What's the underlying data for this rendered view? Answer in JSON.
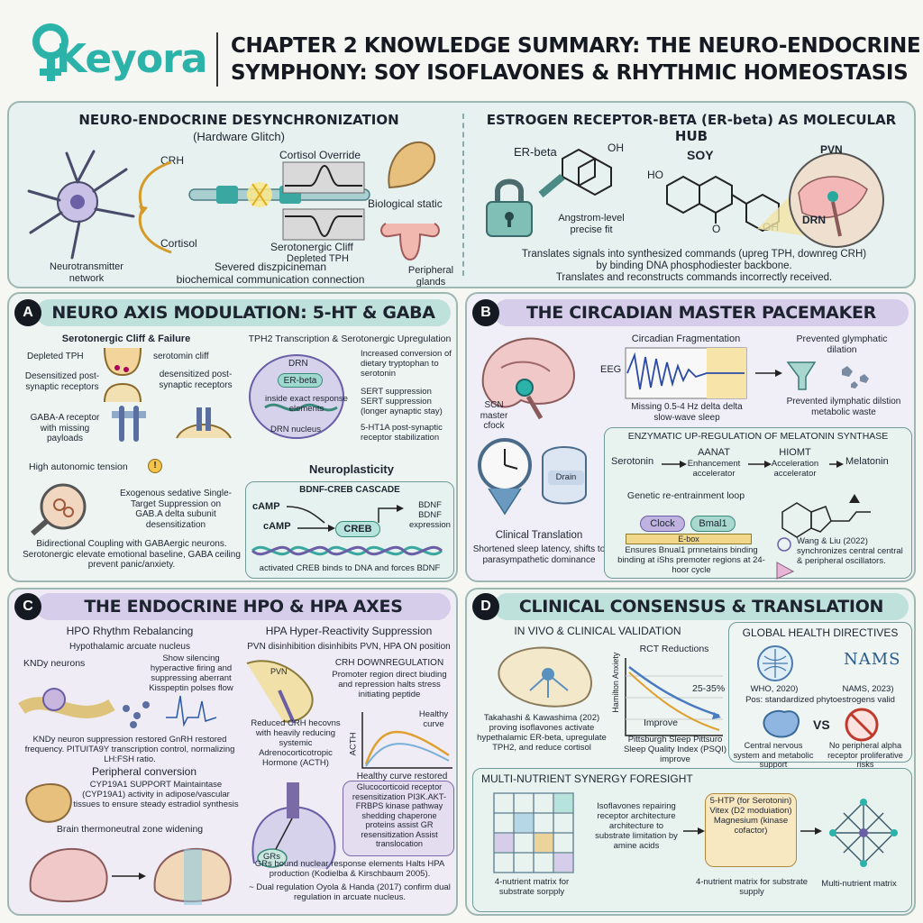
{
  "header": {
    "logo_text": "Keyora",
    "title_line1": "CHAPTER 2 KNOWLEDGE SUMMARY: THE NEURO-ENDOCRINE",
    "title_line2": "SYMPHONY: SOY ISOFLAVONES & RHYTHMIC HOMEOSTASIS"
  },
  "top_left": {
    "title": "NEURO-ENDOCRINE DESYNCHRONIZATION",
    "subtitle": "(Hardware Glitch)",
    "crh": "CRH",
    "cortisol": "Cortisol",
    "cortisol_override": "Cortisol Override",
    "biological_static": "Biological static",
    "serotonergic_cliff": "Serotonergic Cliff",
    "depleted_tph": "Depleted TPH",
    "neurotransmitter_network": "Neurotransmitter network",
    "severed_line1": "Severed diszpicineman",
    "severed_line2": "biochemical communication connection",
    "peripheral_glands": "Peripheral glands"
  },
  "top_right": {
    "title": "ESTROGEN RECEPTOR-BETA (ER-beta) AS MOLECULAR HUB",
    "er_beta": "ER-beta",
    "oh_top": "OH",
    "soy": "SOY",
    "ho": "HO",
    "oh_right": "OH",
    "o_label": "O",
    "angstrom": "Angstrom-level precise fit",
    "pvn": "PVN",
    "drn": "DRN",
    "desc1": "Translates signals into synthesized commands (upreg TPH, downreg CRH)",
    "desc2": "by binding DNA phosphodiester backbone.",
    "desc3": "Translates and reconstructs commands incorrectly received."
  },
  "panel_a": {
    "badge": "A",
    "title": "NEURO AXIS MODULATION: 5-HT & GABA",
    "cliff_failure": "Serotonergic Cliff & Failure",
    "depleted_tph": "Depleted TPH",
    "serotomin_cliff": "serotomin cliff",
    "desensitized_left": "Desensitized post-synaptic receptors",
    "desensitized_right": "desensitized post-synaptic receptors",
    "gaba_a": "GABA-A receptor with missing payloads",
    "high_tension": "High autonomic tension",
    "exo_line": "Exogenous sedative Single-Target Suppression on GAB.A delta subunit desensitization",
    "bidirectional": "Bidirectional Coupling with GABAergic neurons. Serotonergic elevate emotional baseline, GABA ceiling prevent panic/anxiety.",
    "tph2_title": "TPH2 Transcription & Serotonergic Upregulation",
    "drn": "DRN",
    "er_beta": "ER-beta",
    "inside": "inside exact response elements",
    "drn_nucleus": "DRN nucleus",
    "increased": "Increased conversion of dietary tryptophan to serotonin",
    "sert": "SERT suppression SERT suppression (longer aynaptic stay)",
    "receptor_stab": "5-HT1A post-synaptic receptor stabilization",
    "neuroplasticity": "Neuroplasticity",
    "cascade_title": "BDNF-CREB CASCADE",
    "camp1": "cAMP",
    "camp2": "cAMP",
    "creb": "CREB",
    "bdnf": "BDNF BDNF expression",
    "activated": "activated CREB binds to DNA and forces BDNF"
  },
  "panel_b": {
    "badge": "B",
    "title": "THE CIRCADIAN MASTER PACEMAKER",
    "scn": "SCN master cfock",
    "fragmentation": "Circadian Fragmentation",
    "eeg": "EEG",
    "missing": "Missing 0.5-4 Hz delta delta slow-wave sleep",
    "prevented_top": "Prevented glymphatic dilation",
    "prevented_bottom": "Prevented ilymphatic dilstion metabolic waste",
    "drain": "Drain",
    "clinical_translation": "Clinical Translation",
    "shortened": "Shortened sleep latency, shifts to parasympathetic dominance",
    "enzymatic_title": "ENZYMATIC UP-REGULATION OF MELATONIN SYNTHASE",
    "serotonin": "Serotonin",
    "aanat": "AANAT",
    "aanat_sub": "Enhancement accelerator",
    "hiomt": "HIOMT",
    "hiomt_sub": "Acceleration accelerator",
    "melatonin": "Melatonin",
    "genetic": "Genetic re-entrainment loop",
    "clock": "Clock",
    "bmal1": "Bmal1",
    "ebox": "E-box",
    "ensures": "Ensures Bnual1 prnnetains binding binding at iShs premoter regions at 24-hoor cycle",
    "wang": "Wang & Liu (2022) synchronizes central central & peripheral oscillators."
  },
  "panel_c": {
    "badge": "C",
    "title": "THE ENDOCRINE HPO & HPA AXES",
    "hpo_title": "HPO Rhythm Rebalancing",
    "arcuate": "Hypothalamic arcuate nucleus",
    "kndy": "KNDy neurons",
    "show_silencing": "Show silencing hyperactive firing and suppressing aberrant Kisspeptin polses flow",
    "kndy_restored": "KNDy neuron suppression restored GnRH restored frequency. PITUITA9Y transcription control, normalizing LH:FSH ratio.",
    "peripheral_conversion": "Peripheral conversion",
    "cyp": "CYP19A1 SUPPORT Maintaintase (CYP19A1) activity in adipose/vascular tissues to ensure steady estradiol synthesis",
    "brain_thermo": "Brain thermoneutral zone widening",
    "hpa_title": "HPA Hyper-Reactivity Suppression",
    "pvn_disinhibition": "PVN disinhibition disinhibits PVN, HPA ON position",
    "pvn": "PVN",
    "crh_down": "CRH DOWNREGULATION",
    "promoter": "Promoter region direct biuding and repression halts stress initiating peptide",
    "reduced_crh": "Reduced CRH hecovns with heavily reducing systemic Adrenocorticotropic Hormone (ACTH)",
    "acth": "ACTH",
    "healthy_curve": "Healthy curve",
    "healthy_restored": "Healthy curve restored",
    "glucocorticoid": "Glucocorticoid receptor resensitization PI3K.AKT-FRBPS kinase pathway shedding chaperone proteins assist GR resensitization Assist translocation",
    "grs": "GRs",
    "grs_bound": "GRs bound nuclear response elements Halts HPA production (Kodielba & Kirschbaum 2005).",
    "dual": "~ Dual regulation Oyola & Handa (2017) confirm dual regulation in arcuate nucleus."
  },
  "panel_d": {
    "badge": "D",
    "title": "CLINICAL CONSENSUS & TRANSLATION",
    "vivo_title": "IN VIVO & CLINICAL VALIDATION",
    "takahashi": "Takahashi & Kawashima (202) proving isoflavones activate hypethalamic ER-beta, upregulate TPH2, and reduce cortisol",
    "rct": "RCT Reductions",
    "hamilton": "Hamilton Anxiety",
    "reduction_pct": "25-35%",
    "improve": "Improve",
    "pittsburgh": "Pittsburgh Sleep Pittsuro Sleep Quality Index (PSQI) improve",
    "global_title": "GLOBAL HEALTH DIRECTIVES",
    "nams": "NAMS",
    "who": "WHO, 2020)",
    "nams_year": "NAMS, 2023)",
    "pos": "Pos: standardized phytoestrogens valid",
    "vs": "VS",
    "central": "Central nervous system and metabolic support",
    "no_peripheral": "No peripheral alpha receptor proliferative risks",
    "synergy_title": "MULTI-NUTRIENT SYNERGY FORESIGHT",
    "matrix_left": "4-nutrient matrix for substrate sorpply",
    "isoflavones": "Isoflavones repairing receptor architecture architecture to substrate limitation by amine acids",
    "nutrients": "5-HTP (for Serotonin) Vitex (D2 moduiation) Magnesium (kinase cofactor)",
    "matrix_mid": "4-nutrient matrix for substrate supply",
    "matrix_right": "Multi-nutrient matrix"
  },
  "colors": {
    "teal": "#2bb3aa",
    "teal_light": "#cfe9e5",
    "purple_light": "#dcd6ec",
    "ink": "#151a22"
  }
}
